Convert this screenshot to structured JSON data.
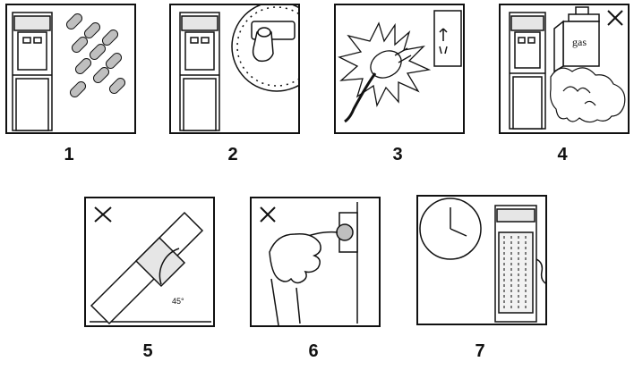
{
  "steps": [
    {
      "number": "1"
    },
    {
      "number": "2"
    },
    {
      "number": "3"
    },
    {
      "number": "4",
      "warning_text": "gas"
    },
    {
      "number": "5",
      "angle_text": "45°"
    },
    {
      "number": "6"
    },
    {
      "number": "7"
    }
  ],
  "colors": {
    "line": "#111111",
    "fill": "#ffffff",
    "shade": "#bfbfbf"
  },
  "icons": [
    "water-dispenser-icon",
    "water-drops-icon",
    "hand-button-icon",
    "plug-spark-icon",
    "wall-socket-icon",
    "gas-can-icon",
    "fire-icon",
    "prohibit-x-icon",
    "tilt-angle-icon",
    "hand-pull-plug-icon",
    "clock-icon",
    "dispenser-back-icon"
  ]
}
